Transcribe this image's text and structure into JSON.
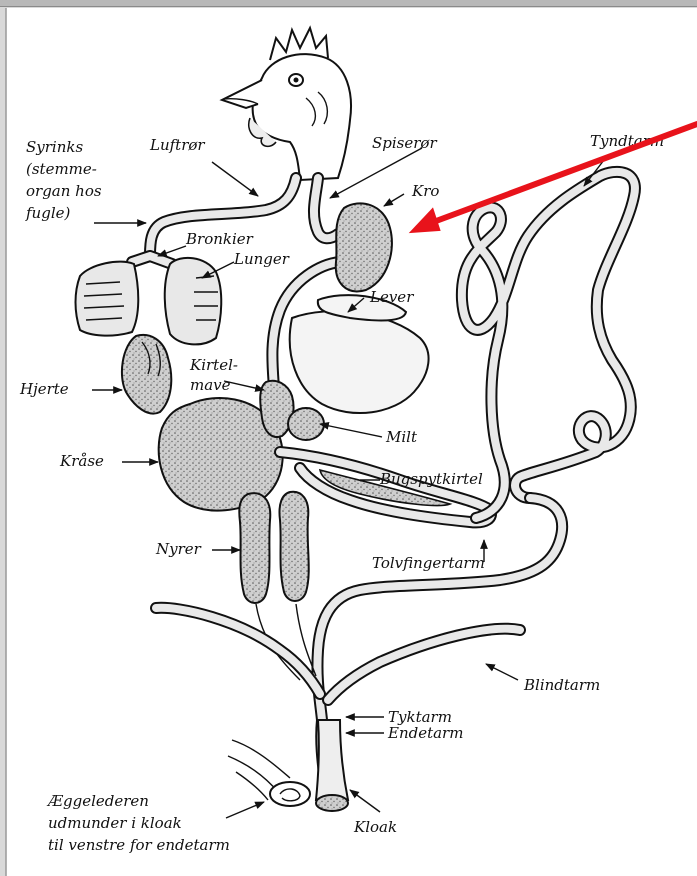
{
  "labels": {
    "syrinks": [
      "Syrinks",
      "(stemme-",
      "organ hos",
      "fugle)"
    ],
    "luftror": "Luftrør",
    "spiseror": "Spiserør",
    "tyndtarm": "Tyndtarm",
    "kro": "Kro",
    "bronkier": "Bronkier",
    "lunger": "Lunger",
    "lever": "Lever",
    "kirtelmave": [
      "Kirtel-",
      "mave"
    ],
    "hjerte": "Hjerte",
    "milt": "Milt",
    "kraase": "Kråse",
    "bugspytkirtel": "Bugspytkirtel",
    "nyrer": "Nyrer",
    "tolvfingertarm": "Tolvfingertarm",
    "blindtarm": "Blindtarm",
    "tyktarm": "Tyktarm",
    "endetarm": "Endetarm",
    "aeggelederen": [
      "Æggelederen",
      "udmunder i kloak",
      "til venstre for endetarm"
    ],
    "kloak": "Kloak"
  },
  "colors": {
    "arrow": "#e8131b",
    "ink": "#111111"
  }
}
